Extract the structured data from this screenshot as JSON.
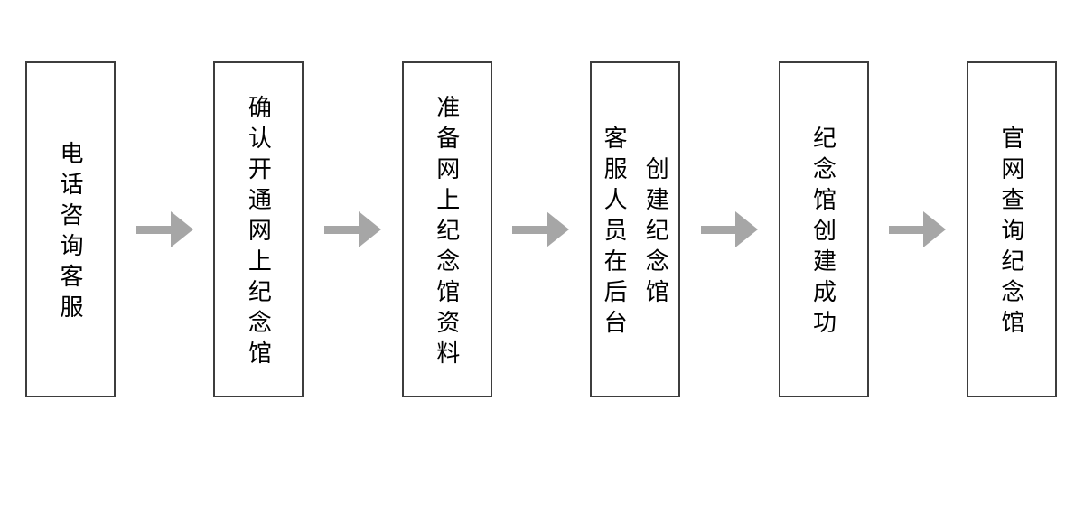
{
  "flowchart": {
    "steps": [
      {
        "lines": [
          "电话咨询客服"
        ]
      },
      {
        "lines": [
          "确认开通网上纪念馆"
        ]
      },
      {
        "lines": [
          "准备网上纪念馆资料"
        ]
      },
      {
        "lines": [
          "客服人员在后台",
          "创建纪念馆"
        ]
      },
      {
        "lines": [
          "纪念馆创建成功"
        ]
      },
      {
        "lines": [
          "官网查询纪念馆"
        ]
      }
    ],
    "colors": {
      "box_border": "#3d3d3d",
      "arrow": "#a6a6a6",
      "text": "#000000",
      "background": "#ffffff"
    }
  }
}
